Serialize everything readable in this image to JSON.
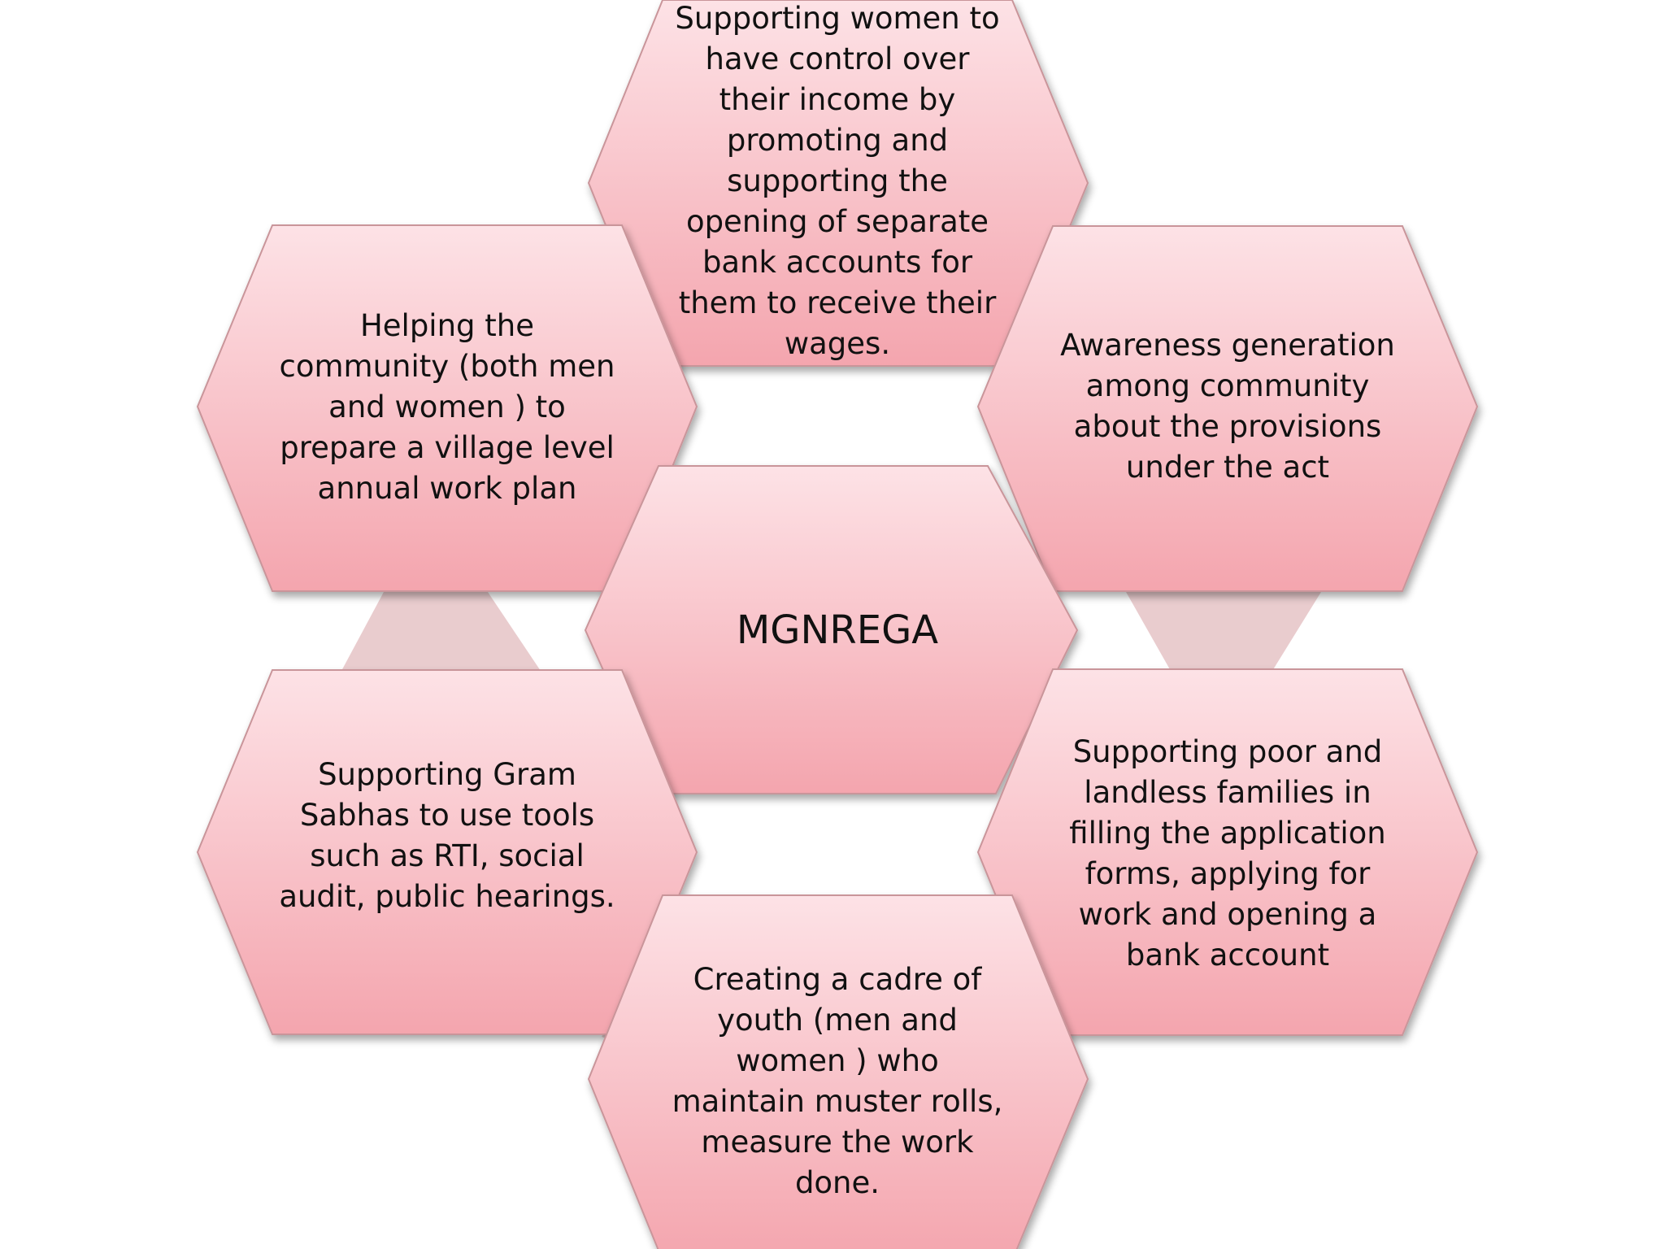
{
  "colors": {
    "hex_top": "#fde2e6",
    "hex_bottom": "#f4a5ae",
    "hex_stroke": "#c9959a",
    "connector": "#e5c3c6",
    "text": "#111111",
    "background": "#ffffff"
  },
  "center": {
    "label": "MGNREGA"
  },
  "nodes": [
    {
      "id": "top",
      "label": "Supporting women to\nhave control over\ntheir income by\npromoting and\nsupporting the\nopening of separate\nbank accounts for\nthem to receive their\nwages."
    },
    {
      "id": "upper-right",
      "label": "Awareness generation\namong community\nabout the provisions\nunder the act"
    },
    {
      "id": "lower-right",
      "label": "Supporting  poor and\nlandless  families in\nfilling the application\nforms, applying for\nwork and opening a\nbank account"
    },
    {
      "id": "bottom",
      "label": "Creating a cadre of\nyouth (men and\nwomen ) who\nmaintain muster rolls,\nmeasure the work\ndone."
    },
    {
      "id": "lower-left",
      "label": "Supporting Gram\nSabhas to use tools\nsuch as RTI, social\naudit, public hearings."
    },
    {
      "id": "upper-left",
      "label": "Helping the\ncommunity (both men\nand women ) to\nprepare a village level\nannual work plan"
    }
  ]
}
